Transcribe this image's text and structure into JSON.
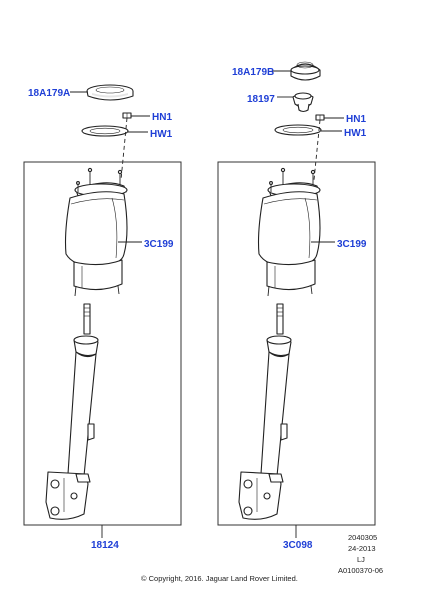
{
  "callouts": {
    "left_top_mount": "18A179A",
    "left_hn": "HN1",
    "left_hw": "HW1",
    "left_shock": "3C199",
    "left_assembly": "18124",
    "right_top_mount": "18A179B",
    "right_bump": "18197",
    "right_hn": "HN1",
    "right_hw": "HW1",
    "right_shock": "3C199",
    "right_assembly": "3C098"
  },
  "meta": {
    "line1": "2040305",
    "line2": "24-2013",
    "line3": "LJ",
    "line4": "A0100370-06"
  },
  "copyright": "© Copyright, 2016. Jaguar Land Rover Limited.",
  "colors": {
    "callout": "#1f3fd6",
    "line": "#222222"
  }
}
